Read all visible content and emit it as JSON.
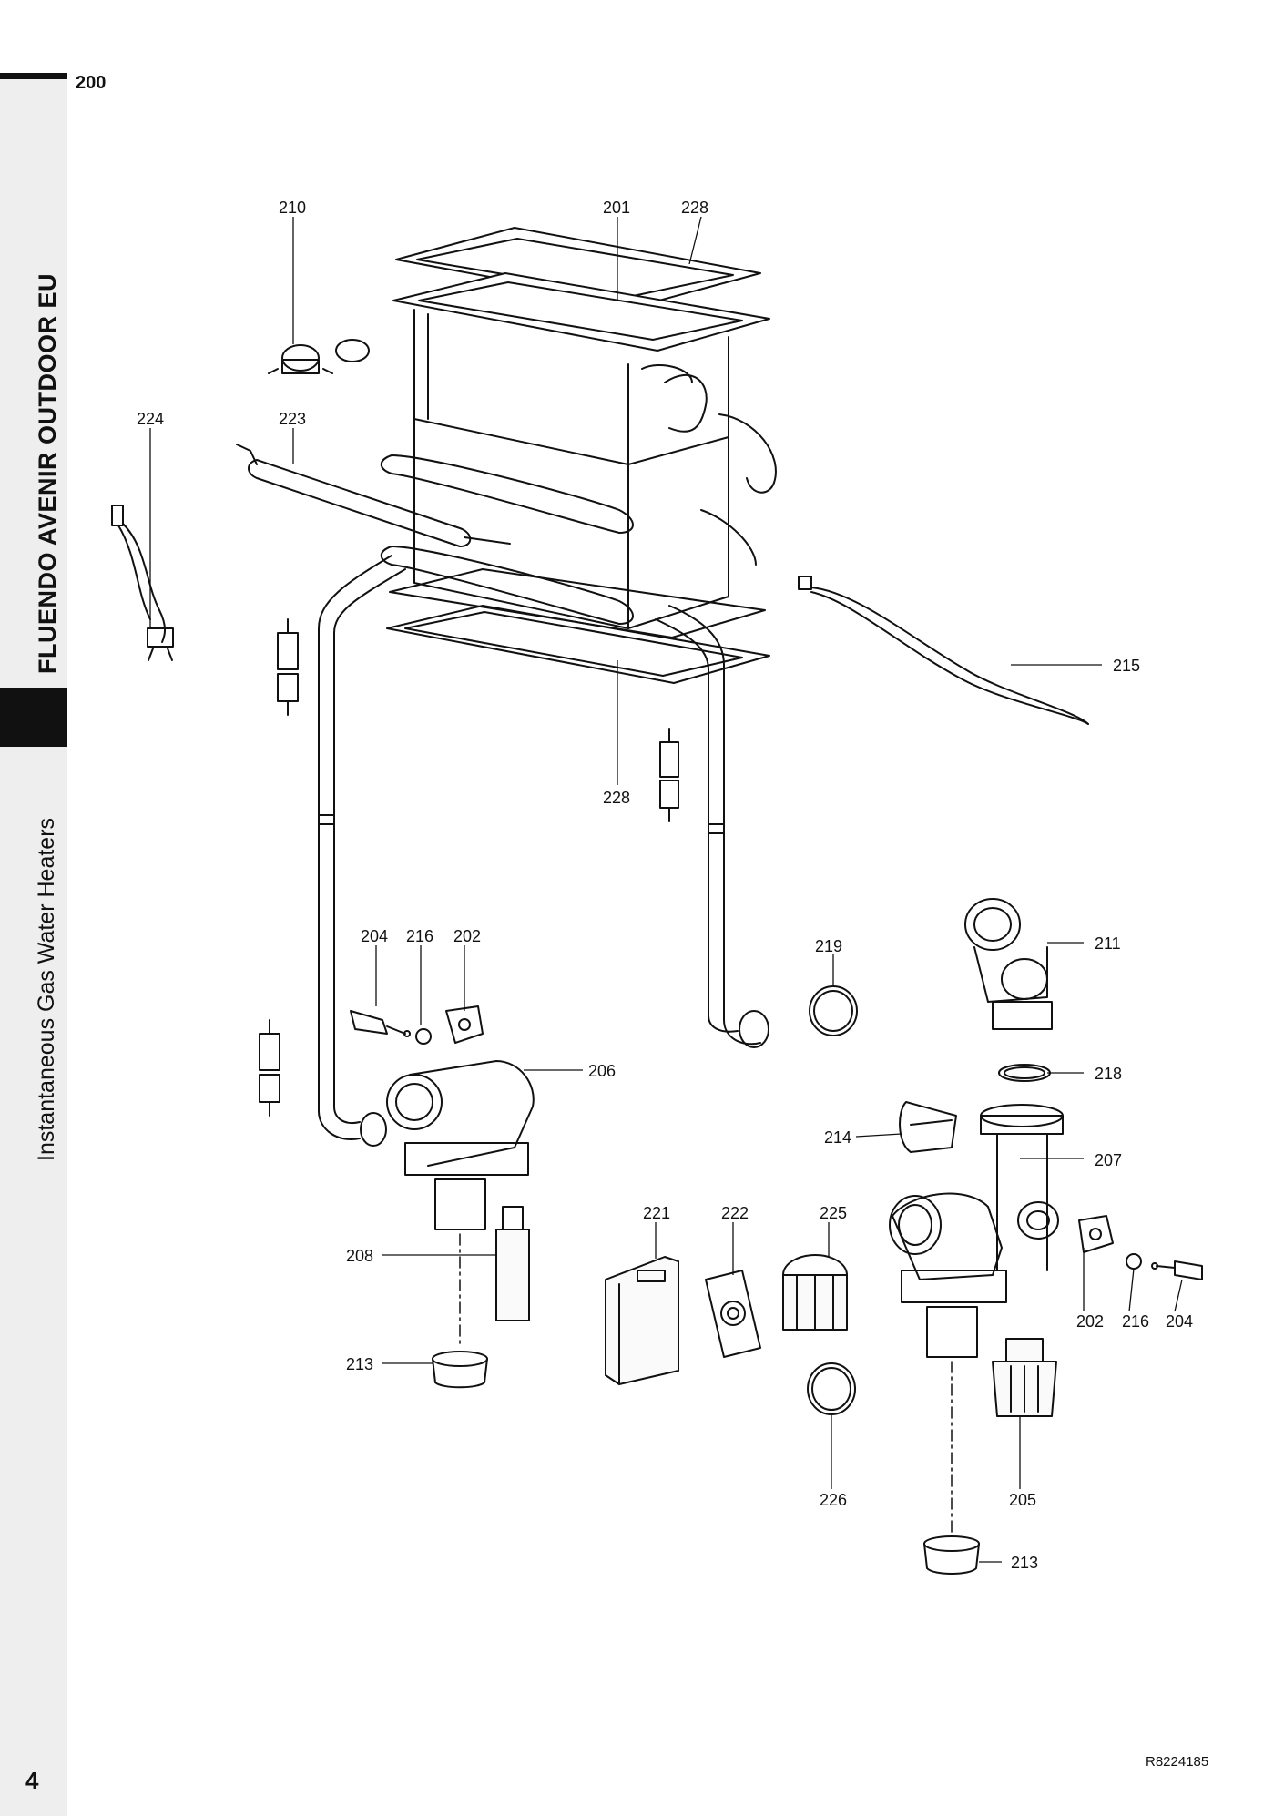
{
  "header": {
    "section_number": "200"
  },
  "sidebar": {
    "product_title": "FLUENDO AVENIR OUTDOOR EU",
    "category": "Instantaneous Gas Water Heaters"
  },
  "footer": {
    "page_number": "4",
    "reference_code": "R8224185"
  },
  "parts": [
    "201",
    "202",
    "204",
    "205",
    "206",
    "207",
    "208",
    "210",
    "211",
    "213",
    "214",
    "215",
    "216",
    "218",
    "219",
    "221",
    "222",
    "223",
    "224",
    "225",
    "226",
    "228"
  ],
  "callouts": {
    "c210": "210",
    "c201": "201",
    "c228a": "228",
    "c224": "224",
    "c223": "223",
    "c215": "215",
    "c228b": "228",
    "c204a": "204",
    "c216a": "216",
    "c202a": "202",
    "c219": "219",
    "c211": "211",
    "c206": "206",
    "c218": "218",
    "c214": "214",
    "c207": "207",
    "c221": "221",
    "c222": "222",
    "c225": "225",
    "c208": "208",
    "c202b": "202",
    "c216b": "216",
    "c204b": "204",
    "c213a": "213",
    "c226": "226",
    "c205": "205",
    "c213b": "213"
  }
}
